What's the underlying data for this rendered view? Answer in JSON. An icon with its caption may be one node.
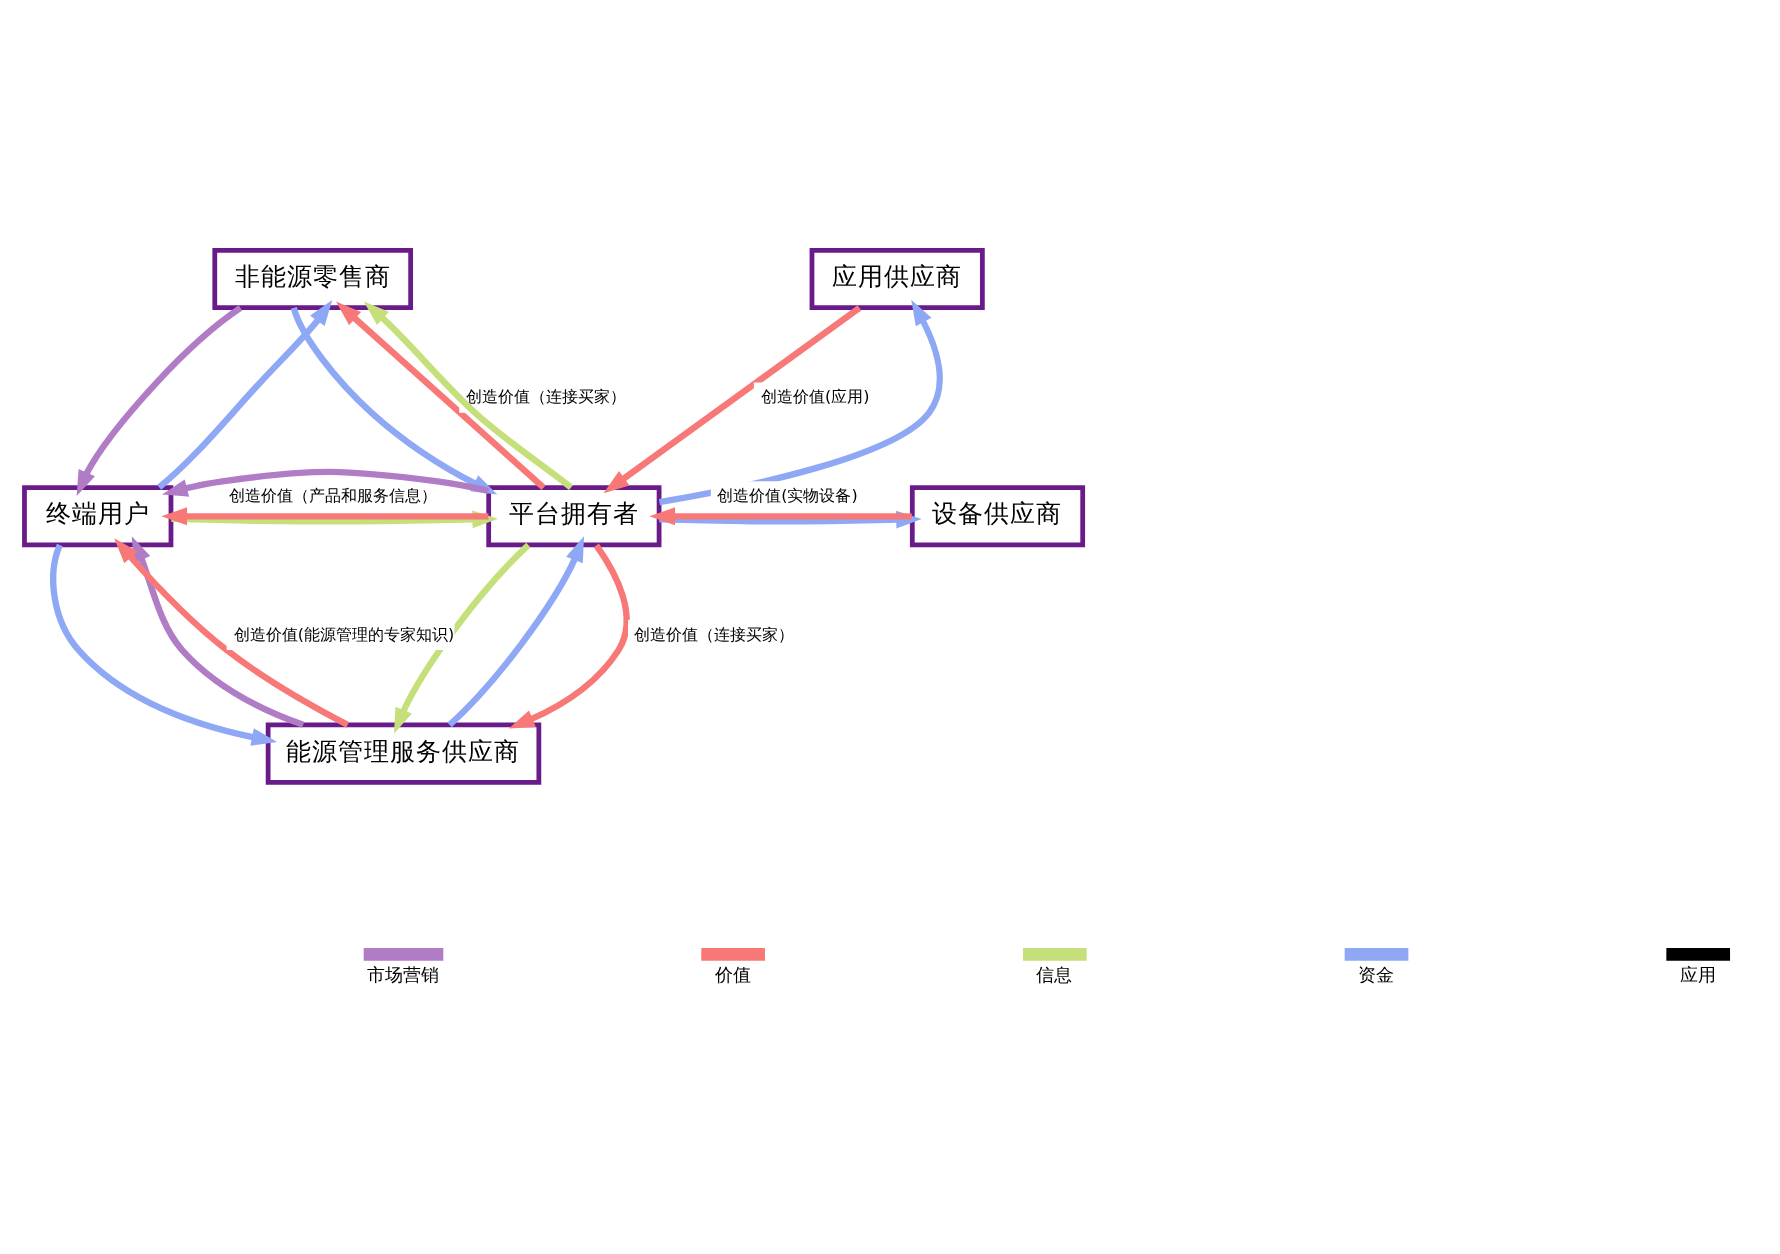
{
  "diagram": {
    "nodes": [
      {
        "text": [
          "非能源零售商"
        ]
      },
      {
        "text": [
          "应用供应商"
        ]
      },
      {
        "text": [
          "终端用户"
        ]
      },
      {
        "text": [
          "平台拥有者"
        ]
      },
      {
        "text": [
          "设备供应商"
        ]
      },
      {
        "text": [
          "能源管理服务供应商"
        ]
      }
    ],
    "edges": [
      {
        "from": 0,
        "to": 2,
        "arrow": "to",
        "color": "#b07cc6"
      },
      {
        "from": 2,
        "to": 0,
        "arrow": "to",
        "color": "#8fa8f5"
      },
      {
        "from": 3,
        "to": 0,
        "arrow": "to",
        "color": "#f87878",
        "label": "创造价值（连接买家）"
      },
      {
        "from": 3,
        "to": 0,
        "arrow": "to",
        "color": "#c5e07a"
      },
      {
        "from": 0,
        "to": 3,
        "arrow": "to",
        "color": "#8fa8f5"
      },
      {
        "from": 3,
        "to": 1,
        "arrow": "to",
        "color": "#8fa8f5"
      },
      {
        "from": 1,
        "to": 3,
        "arrow": "to",
        "color": "#f87878",
        "label": "创造价值(应用)"
      },
      {
        "from": 3,
        "to": 2,
        "arrow": "to",
        "color": "#f87878",
        "label": "创造价值（产品和服务信息）"
      },
      {
        "from": 2,
        "to": 3,
        "arrow": "to",
        "color": "#c5e07a"
      },
      {
        "from": 3,
        "to": 2,
        "arrow": "to",
        "color": "#b07cc6"
      },
      {
        "from": 4,
        "to": 3,
        "arrow": "to",
        "color": "#f87878",
        "label": "创造价值(实物设备)"
      },
      {
        "from": 3,
        "to": 4,
        "arrow": "to",
        "color": "#8fa8f5"
      },
      {
        "from": 3,
        "to": 5,
        "arrow": "to",
        "color": "#c5e07a"
      },
      {
        "from": 5,
        "to": 3,
        "arrow": "to",
        "color": "#8fa8f5"
      },
      {
        "from": 3,
        "to": 5,
        "arrow": "to",
        "color": "#f87878",
        "label": "创造价值（连接买家）"
      },
      {
        "from": 5,
        "to": 2,
        "arrow": "to",
        "color": "#b07cc6"
      },
      {
        "from": 2,
        "to": 5,
        "arrow": "to",
        "color": "#8fa8f5"
      },
      {
        "from": 5,
        "to": 2,
        "arrow": "to",
        "color": "#f87878",
        "label": "创造价值(能源管理的专家知识)"
      }
    ],
    "legend": [
      {
        "text": "市场营销",
        "color": "#b07cc6"
      },
      {
        "text": "价值",
        "color": "#f87878"
      },
      {
        "text": "信息",
        "color": "#c5e07a"
      },
      {
        "text": "资金",
        "color": "#8fa8f5"
      },
      {
        "text": "应用",
        "color": "#000000"
      }
    ]
  }
}
